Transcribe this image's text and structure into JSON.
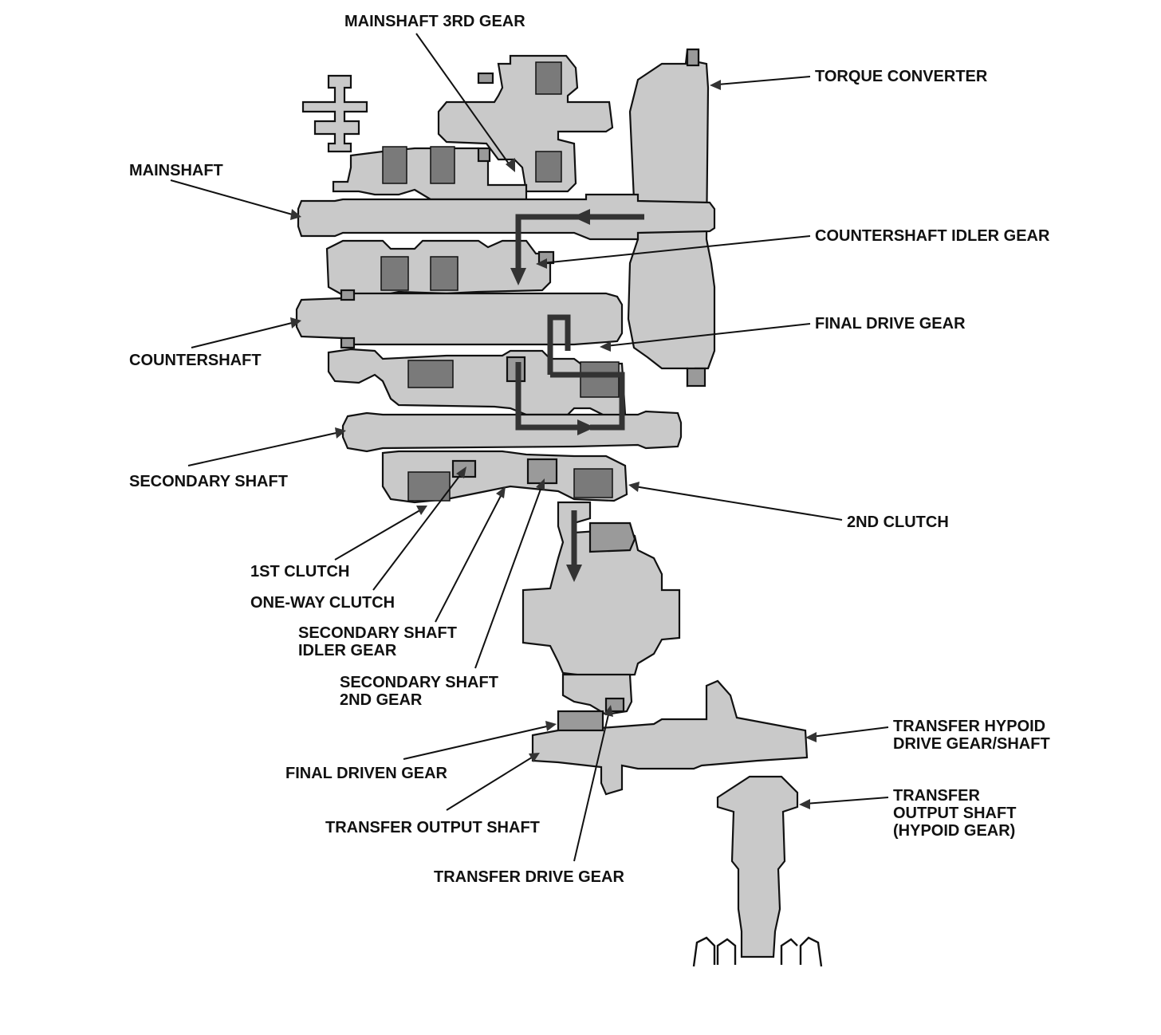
{
  "diagram": {
    "labels": {
      "mainshaft_3rd_gear": "MAINSHAFT 3RD GEAR",
      "torque_converter": "TORQUE CONVERTER",
      "mainshaft": "MAINSHAFT",
      "countershaft_idler_gear": "COUNTERSHAFT IDLER GEAR",
      "final_drive_gear": "FINAL DRIVE GEAR",
      "countershaft": "COUNTERSHAFT",
      "secondary_shaft": "SECONDARY SHAFT",
      "second_clutch": "2ND CLUTCH",
      "first_clutch": "1ST CLUTCH",
      "one_way_clutch": "ONE-WAY CLUTCH",
      "secondary_shaft_idler_gear_line1": "SECONDARY SHAFT",
      "secondary_shaft_idler_gear_line2": "IDLER GEAR",
      "secondary_shaft_2nd_gear_line1": "SECONDARY SHAFT",
      "secondary_shaft_2nd_gear_line2": "2ND GEAR",
      "transfer_hypoid_line1": "TRANSFER HYPOID",
      "transfer_hypoid_line2": "DRIVE GEAR/SHAFT",
      "final_driven_gear": "FINAL DRIVEN GEAR",
      "transfer_output_hypoid_line1": "TRANSFER",
      "transfer_output_hypoid_line2": "OUTPUT SHAFT",
      "transfer_output_hypoid_line3": "(HYPOID GEAR)",
      "transfer_output_shaft": "TRANSFER OUTPUT SHAFT",
      "transfer_drive_gear": "TRANSFER DRIVE GEAR"
    }
  }
}
